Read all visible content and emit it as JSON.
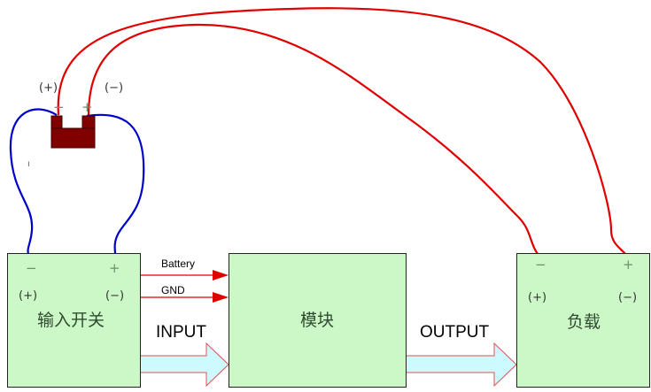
{
  "battery": {
    "left_terminal": "−",
    "right_terminal": "+",
    "left_polarity": "(+)",
    "right_polarity": "(−)",
    "color": "#800000"
  },
  "input_switch": {
    "label": "输入开关",
    "left_sign": "−",
    "right_sign": "+",
    "left_polarity": "(+)",
    "right_polarity": "(−)"
  },
  "module": {
    "label": "模块"
  },
  "load": {
    "label": "负载",
    "left_sign": "−",
    "right_sign": "+",
    "left_polarity": "(+)",
    "right_polarity": "(−)"
  },
  "connections": {
    "battery_label": "Battery",
    "gnd_label": "GND",
    "input_label": "INPUT",
    "output_label": "OUTPUT"
  },
  "colors": {
    "box_fill": "#ccf8c8",
    "red_wire": "#e00000",
    "blue_wire": "#0000cc",
    "arrow_fill": "#ccfaff",
    "arrow_stroke": "#e05050"
  },
  "misc_mark": "ı"
}
